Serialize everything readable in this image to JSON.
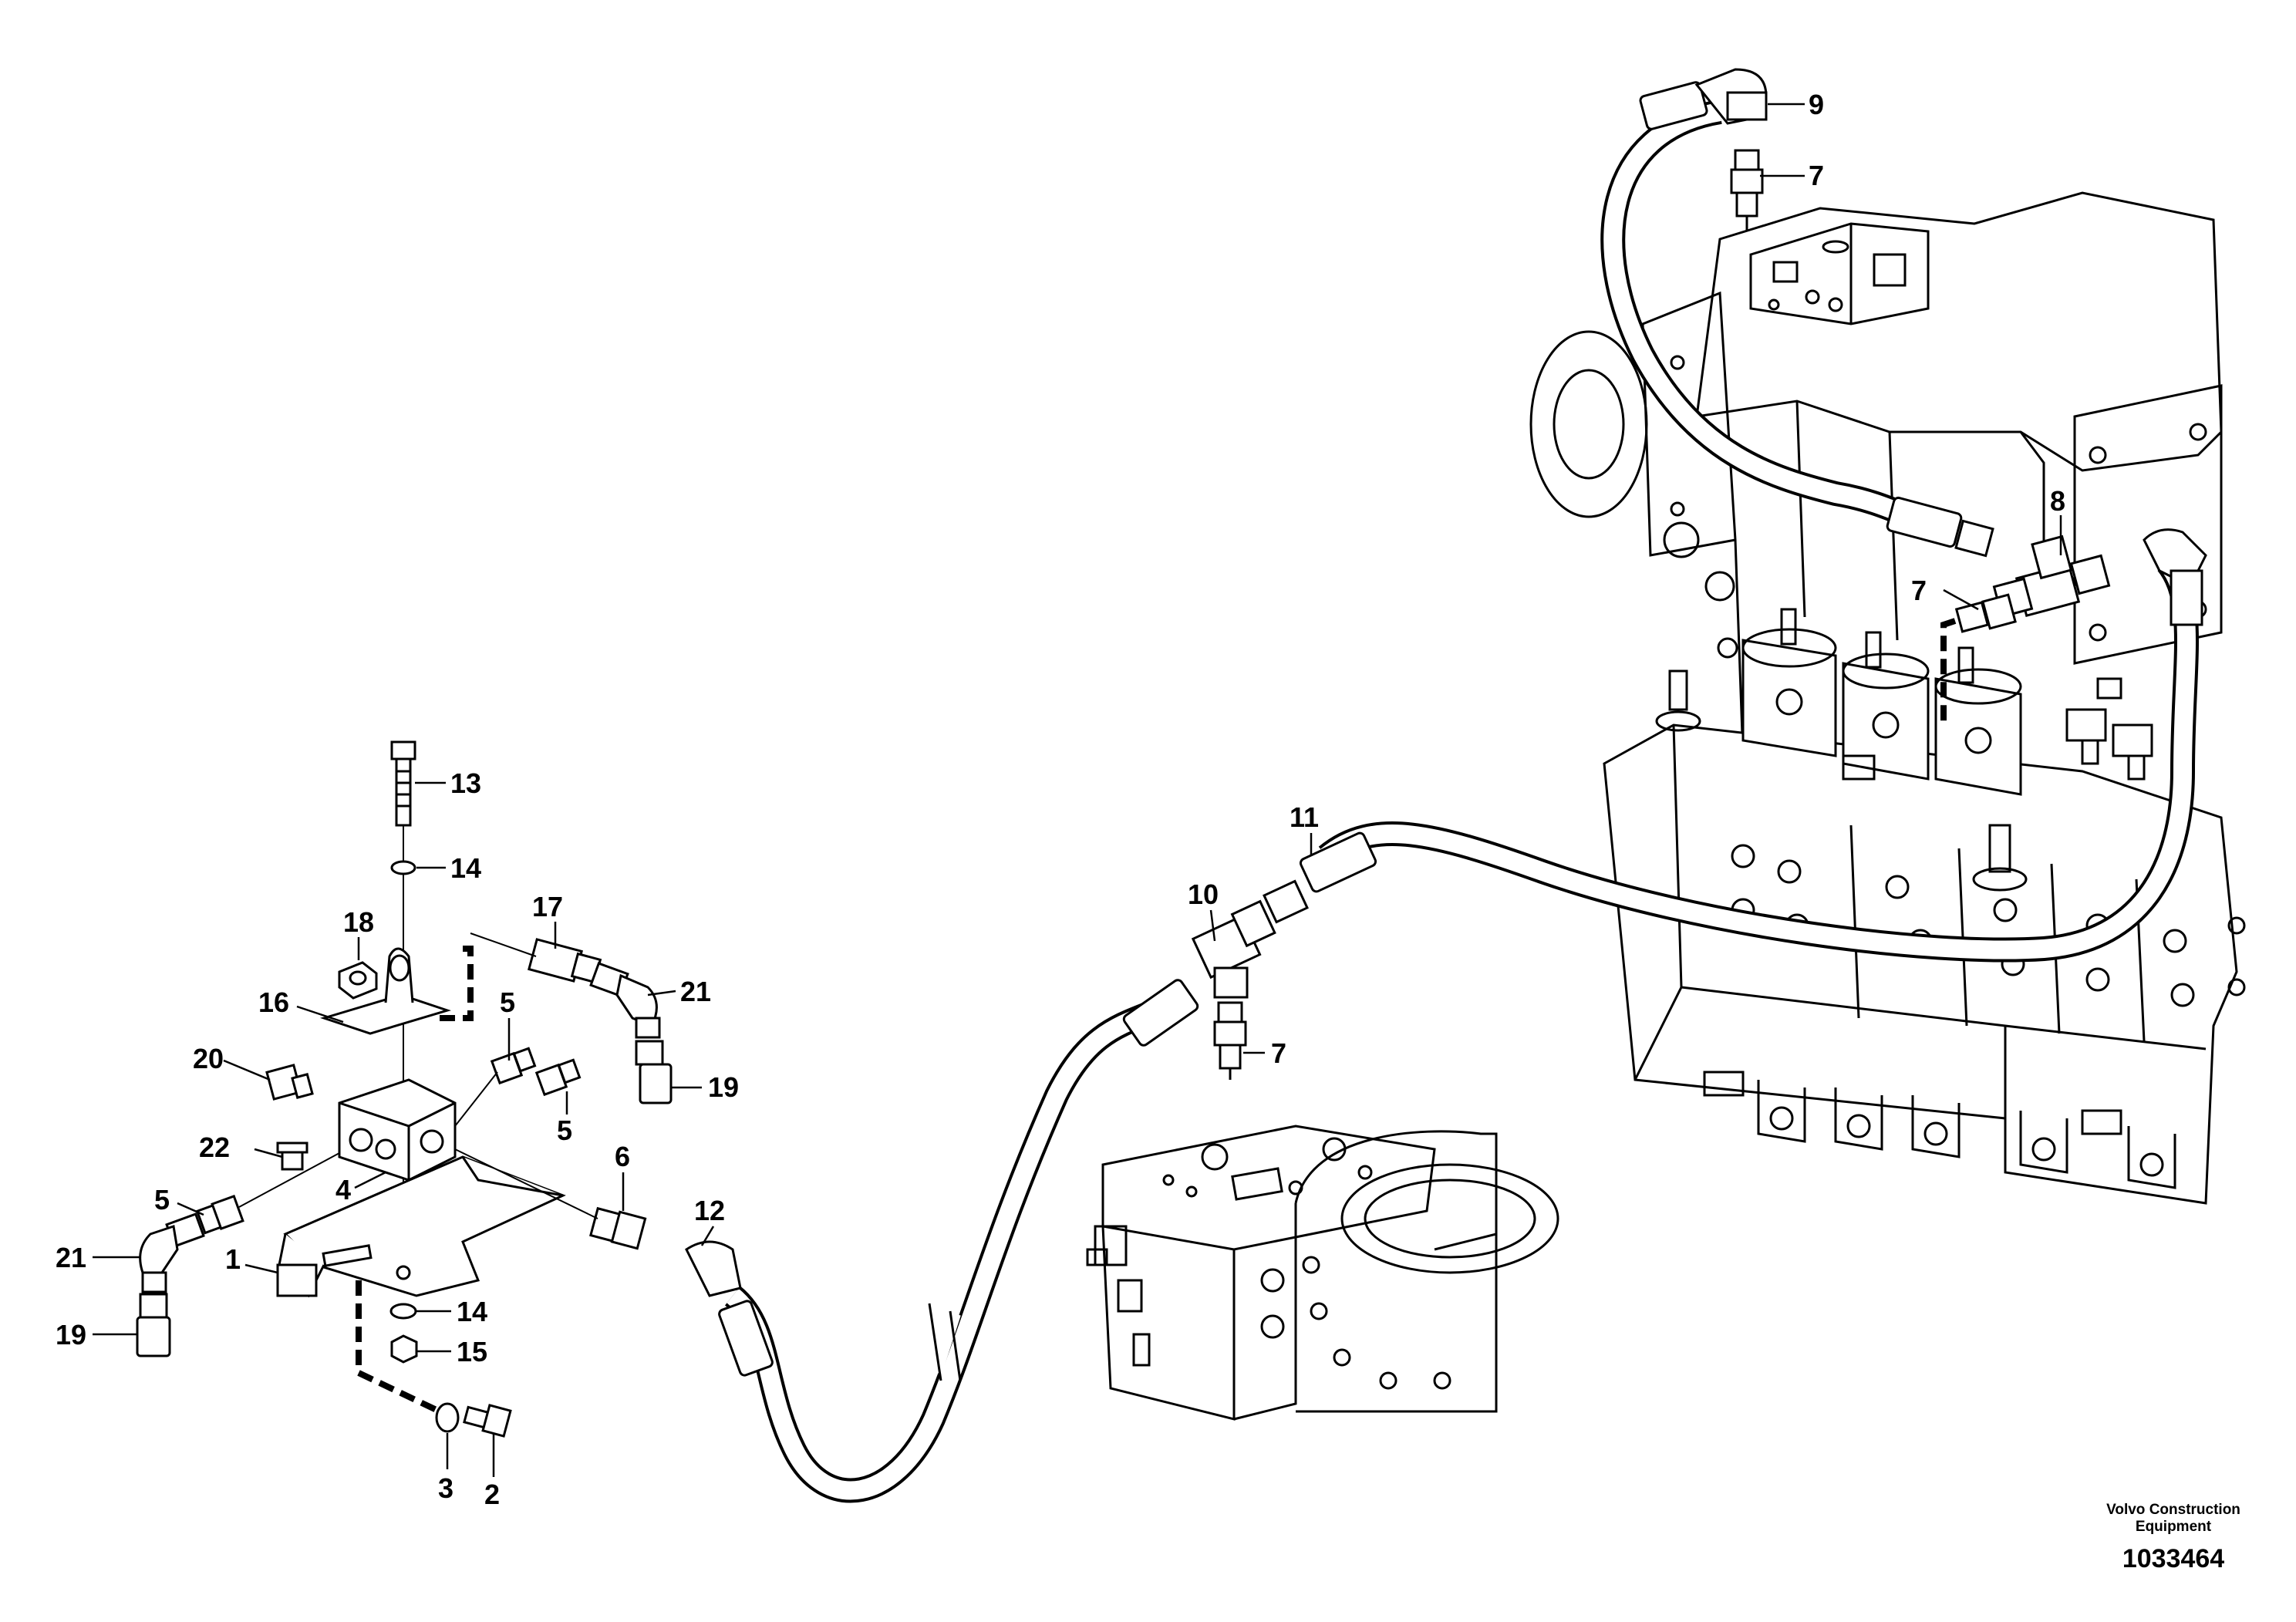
{
  "diagram": {
    "callouts": [
      {
        "id": "c9",
        "label": "9"
      },
      {
        "id": "c7a",
        "label": "7"
      },
      {
        "id": "c8",
        "label": "8"
      },
      {
        "id": "c7b",
        "label": "7"
      },
      {
        "id": "c11",
        "label": "11"
      },
      {
        "id": "c10",
        "label": "10"
      },
      {
        "id": "c7c",
        "label": "7"
      },
      {
        "id": "c13",
        "label": "13"
      },
      {
        "id": "c14a",
        "label": "14"
      },
      {
        "id": "c18",
        "label": "18"
      },
      {
        "id": "c17",
        "label": "17"
      },
      {
        "id": "c21a",
        "label": "21"
      },
      {
        "id": "c16",
        "label": "16"
      },
      {
        "id": "c5a",
        "label": "5"
      },
      {
        "id": "c19a",
        "label": "19"
      },
      {
        "id": "c20",
        "label": "20"
      },
      {
        "id": "c5b",
        "label": "5"
      },
      {
        "id": "c22",
        "label": "22"
      },
      {
        "id": "c4",
        "label": "4"
      },
      {
        "id": "c6",
        "label": "6"
      },
      {
        "id": "c12",
        "label": "12"
      },
      {
        "id": "c5c",
        "label": "5"
      },
      {
        "id": "c21b",
        "label": "21"
      },
      {
        "id": "c1",
        "label": "1"
      },
      {
        "id": "c14b",
        "label": "14"
      },
      {
        "id": "c15",
        "label": "15"
      },
      {
        "id": "c19b",
        "label": "19"
      },
      {
        "id": "c3",
        "label": "3"
      },
      {
        "id": "c2",
        "label": "2"
      }
    ],
    "maker_line1": "Volvo Construction",
    "maker_line2": "Equipment",
    "document_number": "1033464",
    "line_color": "#000000",
    "background_color": "#ffffff"
  }
}
